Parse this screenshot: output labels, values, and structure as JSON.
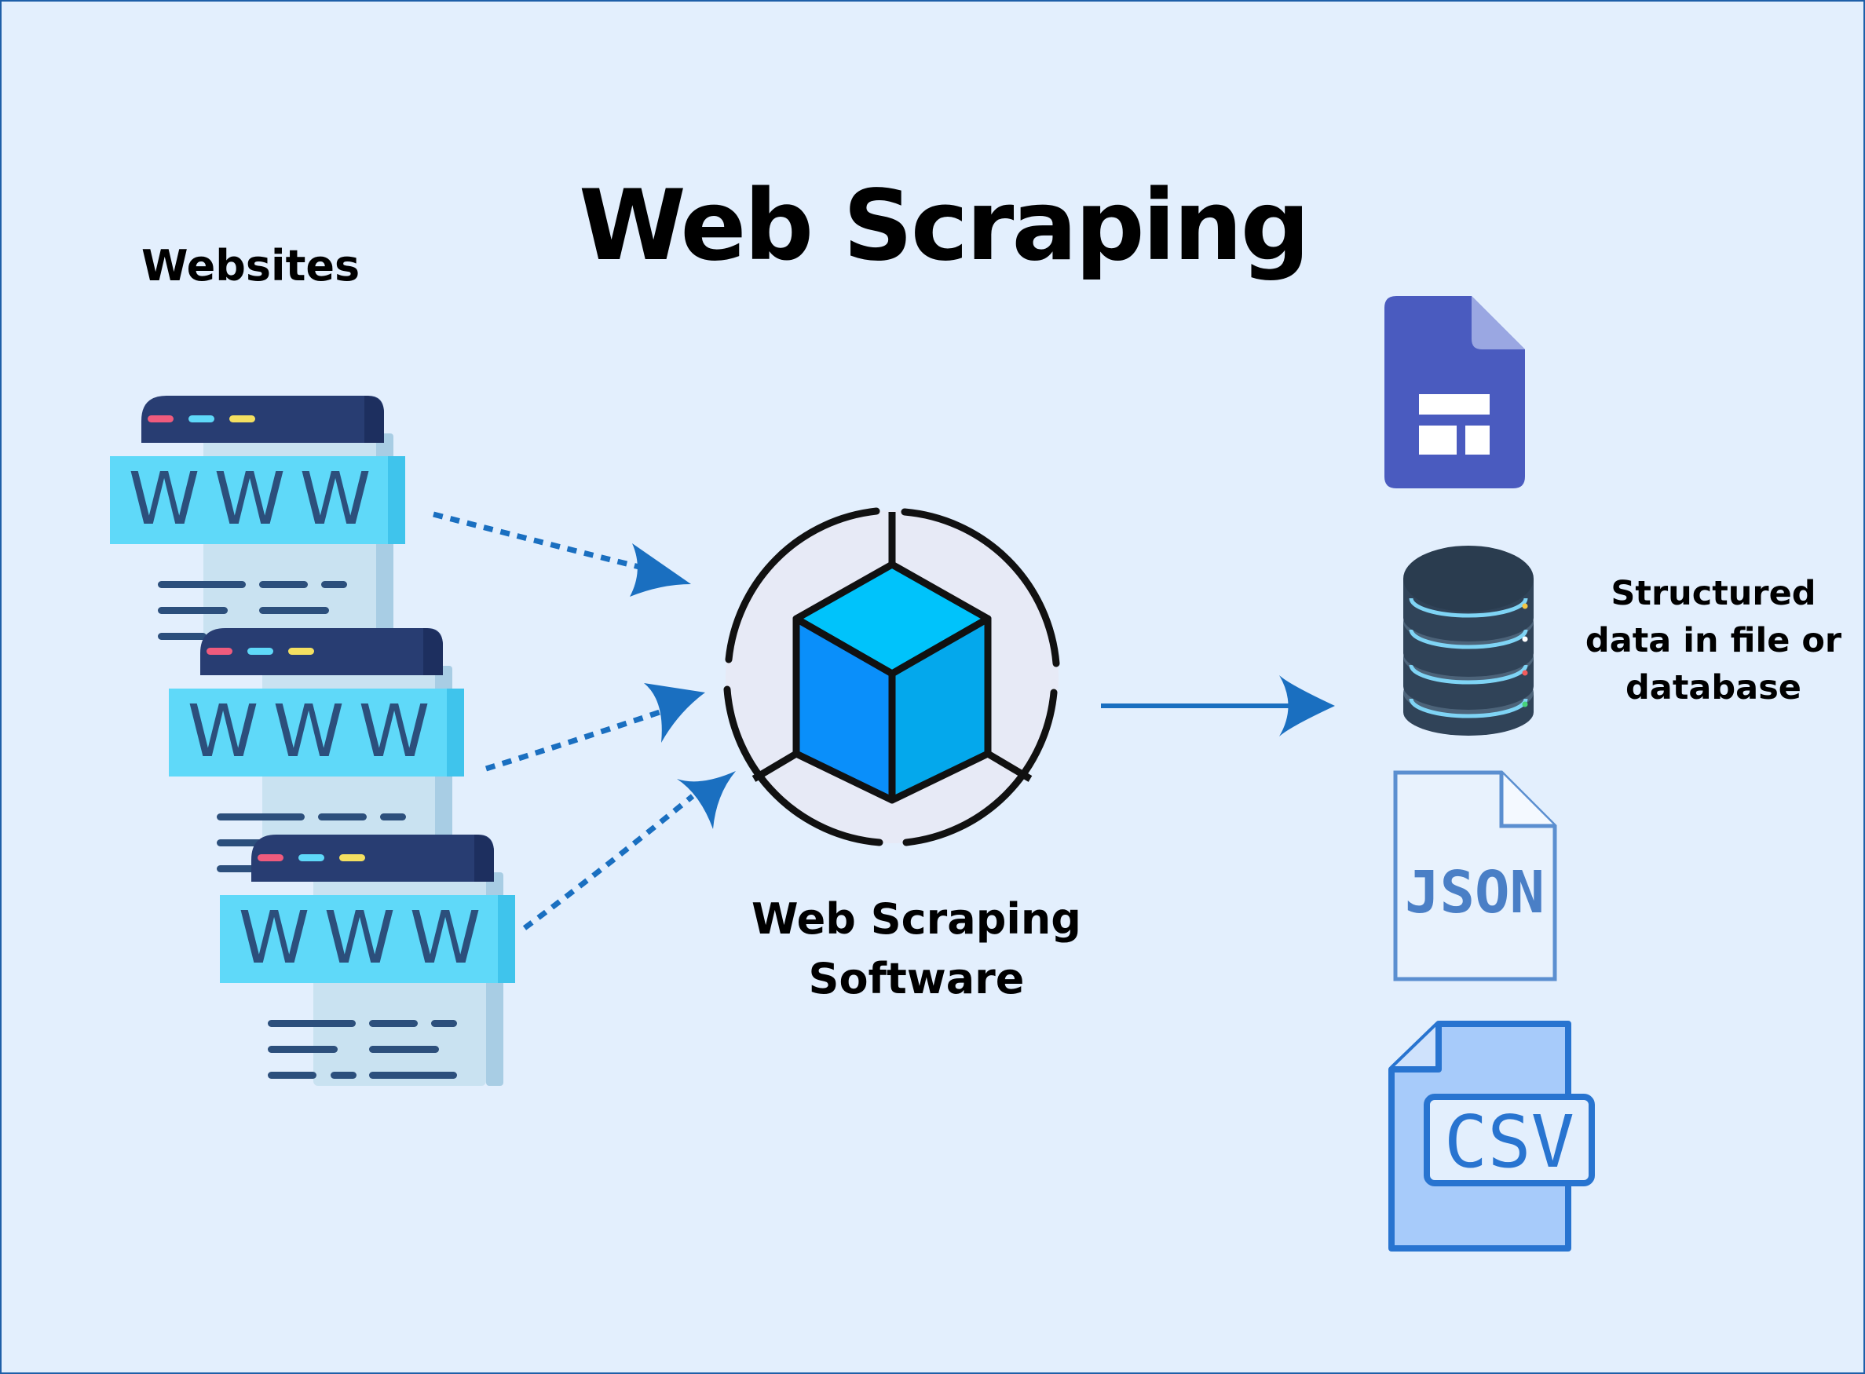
{
  "diagram": {
    "title": "Web Scraping",
    "sources": {
      "label": "Websites",
      "windows": [
        {
          "text": "WWW"
        },
        {
          "text": "WWW"
        },
        {
          "text": "WWW"
        }
      ]
    },
    "processor": {
      "label_line1": "Web Scraping",
      "label_line2": "Software",
      "icon": "cube-in-circle-icon"
    },
    "outputs": {
      "label_line1": "Structured",
      "label_line2": "data in file or",
      "label_line3": "database",
      "items": [
        {
          "icon": "google-sites-document-icon"
        },
        {
          "icon": "database-stack-icon"
        },
        {
          "icon": "json-file-icon",
          "text": "JSON"
        },
        {
          "icon": "csv-file-icon",
          "text": "CSV"
        }
      ]
    },
    "colors": {
      "background": "#e3effd",
      "frame": "#1e5fa8",
      "arrow": "#1a6fc0",
      "window_header": "#283d72",
      "window_band": "#5fd9f9",
      "window_text": "#2c4f7c"
    }
  }
}
